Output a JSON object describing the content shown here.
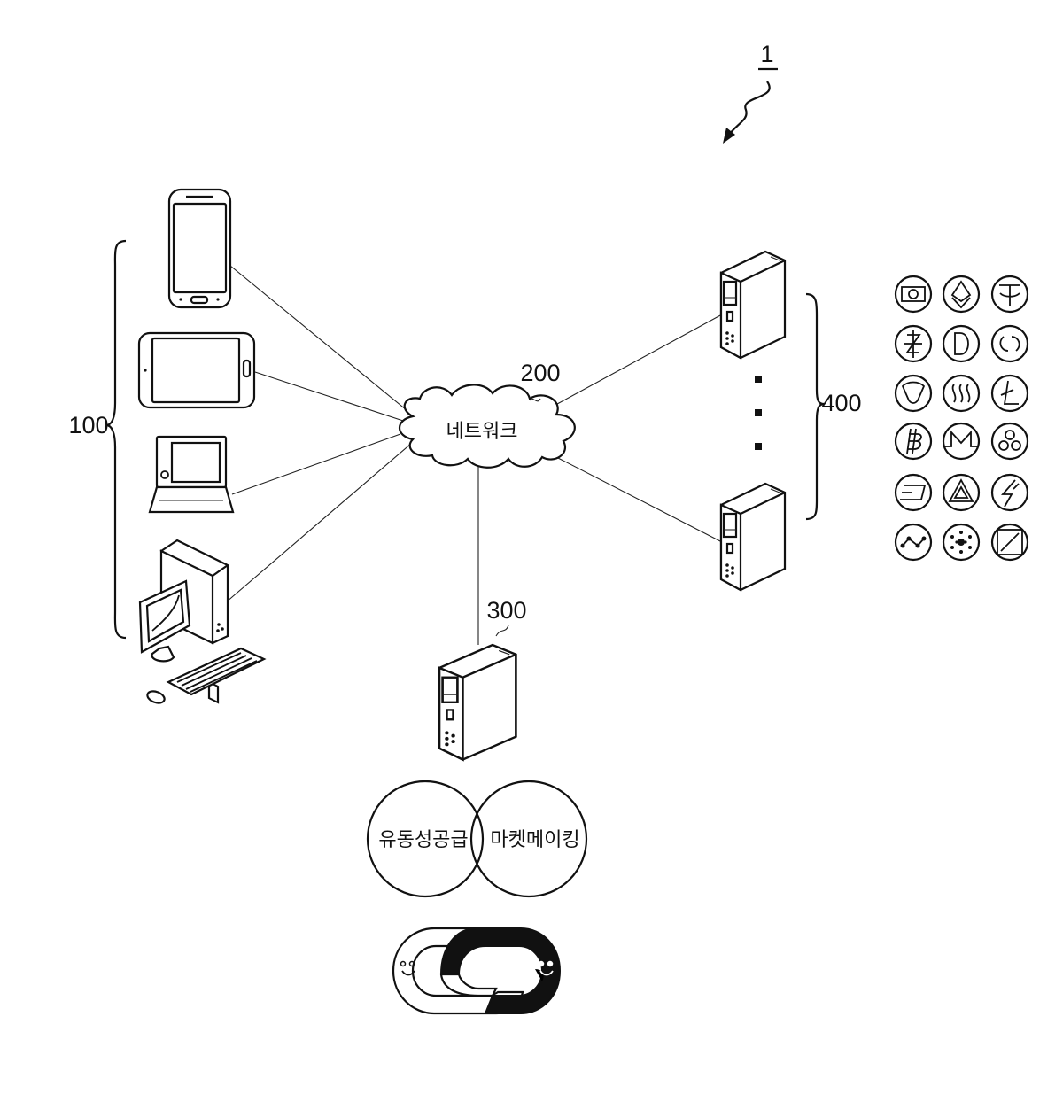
{
  "figure": {
    "system_ref": "1",
    "user_terminals_ref": "100",
    "network_ref": "200",
    "network_label": "네트워크",
    "server_ref": "300",
    "exchanges_ref": "400",
    "venn_left_label": "유동성공급",
    "venn_right_label": "마켓메이킹"
  },
  "icons": {
    "devices": [
      "smartphone-icon",
      "tablet-icon",
      "laptop-icon",
      "desktop-computer-icon",
      "keyboard-icon",
      "mouse-icon"
    ],
    "servers": [
      "server-icon"
    ],
    "coins": [
      "dollar-bill-coin-icon",
      "ethereum-coin-icon",
      "tether-coin-icon",
      "zcash-coin-icon",
      "dogecoin-coin-icon",
      "refresh-coin-icon",
      "nem-coin-icon",
      "steem-coin-icon",
      "litecoin-coin-icon",
      "bitcoin-coin-icon",
      "monero-coin-icon",
      "ripple-coin-icon",
      "dash-coin-icon",
      "tron-coin-icon",
      "bolt-coin-icon",
      "chain-nodes-coin-icon",
      "cardano-coin-icon",
      "zeta-coin-icon"
    ],
    "logo": "chain-link-logo"
  }
}
